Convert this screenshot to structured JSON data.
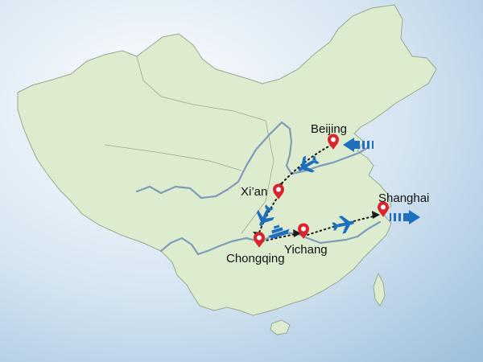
{
  "map": {
    "colors": {
      "sea_light": "#ffffff",
      "sea_dark": "#9fc1dc",
      "land": "#ddebcf",
      "border": "#9aa88e",
      "river": "#7f9cb8",
      "route": "#1b1b1b",
      "transport": "#1f6fbf",
      "pin": "#d9252b"
    },
    "cities": [
      {
        "id": "beijing",
        "name": "Beijing"
      },
      {
        "id": "xian",
        "name": "Xi’an"
      },
      {
        "id": "chongqing",
        "name": "Chongqing"
      },
      {
        "id": "yichang",
        "name": "Yichang"
      },
      {
        "id": "shanghai",
        "name": "Shanghai"
      }
    ],
    "route_legs": [
      {
        "from": "beijing",
        "to": "xian",
        "mode": "plane-icon"
      },
      {
        "from": "xian",
        "to": "chongqing",
        "mode": "plane-icon"
      },
      {
        "from": "chongqing",
        "to": "yichang",
        "mode": "cruise-ship-icon"
      },
      {
        "from": "yichang",
        "to": "shanghai",
        "mode": "plane-icon"
      }
    ],
    "entry_arrow": {
      "city": "beijing",
      "direction": "arrival"
    },
    "exit_arrow": {
      "city": "shanghai",
      "direction": "departure"
    }
  }
}
